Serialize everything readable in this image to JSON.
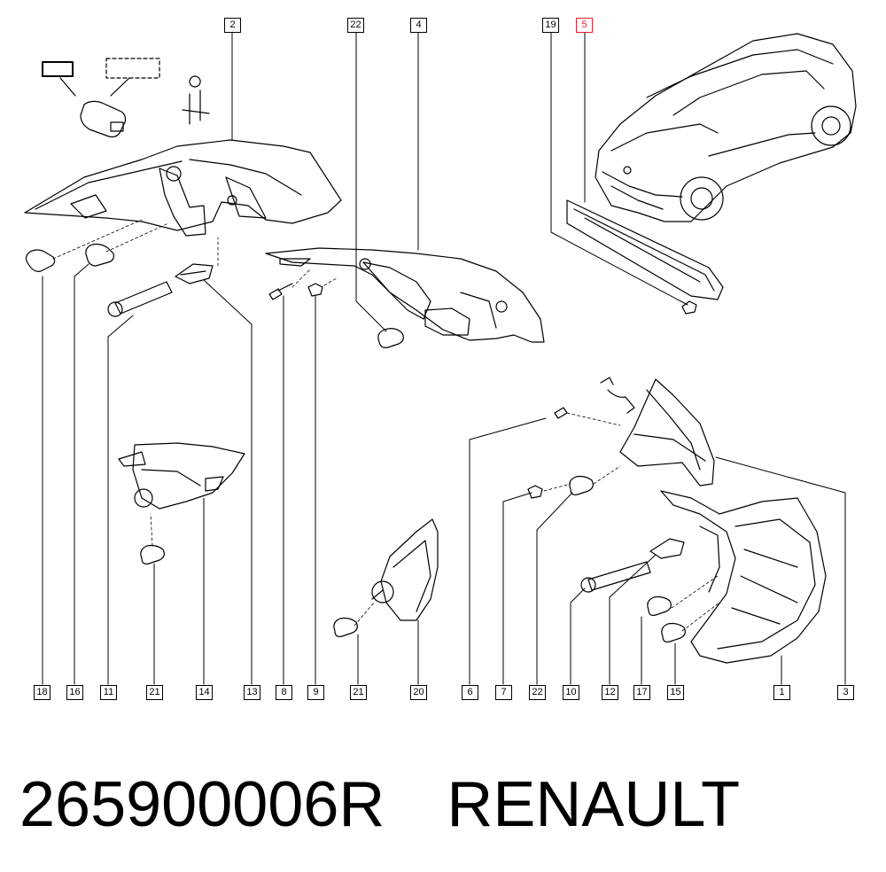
{
  "diagram": {
    "callouts": {
      "c1": "1",
      "c2": "2",
      "c3": "3",
      "c4": "4",
      "c5": "5",
      "c6": "6",
      "c7": "7",
      "c8": "8",
      "c9": "9",
      "c10": "10",
      "c11": "11",
      "c12": "12",
      "c13": "13",
      "c14": "14",
      "c15": "15",
      "c16": "16",
      "c17": "17",
      "c18": "18",
      "c19": "19",
      "c20": "20",
      "c21a": "21",
      "c21b": "21",
      "c22a": "22",
      "c22b": "22"
    },
    "highlight_callout": "5",
    "highlight_color": "#e0212b",
    "line_color": "#000000"
  },
  "caption": {
    "part_number": "265900006R",
    "brand": "RENAULT"
  }
}
